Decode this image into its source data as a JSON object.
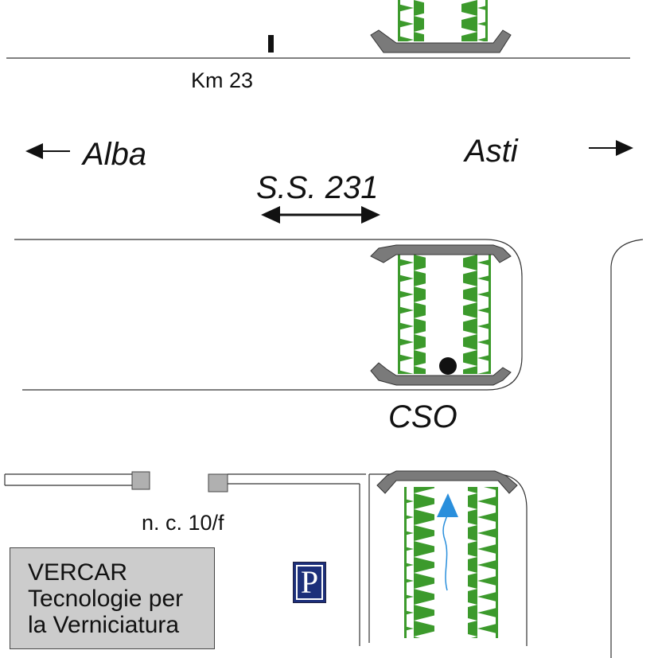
{
  "labels": {
    "km_marker": "Km 23",
    "city_west": "Alba",
    "city_east": "Asti",
    "road_name": "S.S. 231",
    "roundabout": "CSO",
    "house_number": "n. c. 10/f"
  },
  "company": {
    "line1": "VERCAR",
    "line2": "Tecnologie per",
    "line3": "la Verniciatura"
  },
  "parking": {
    "symbol": "P"
  },
  "colors": {
    "hedge": "#3c9a2c",
    "barrier": "#7a7a7a",
    "parking_bg": "#1c2f7a",
    "route_arrow": "#2a8fdc",
    "company_bg": "#cccccc"
  }
}
